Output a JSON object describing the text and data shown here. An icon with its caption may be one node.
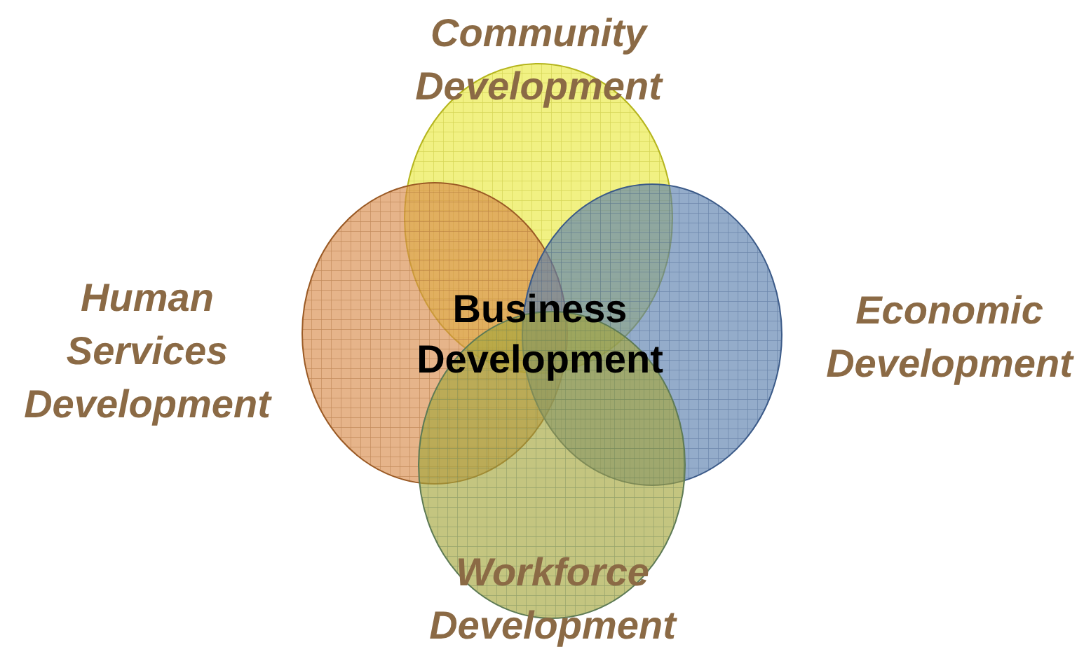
{
  "diagram": {
    "nodes": [
      {
        "text": [
          "Community Development"
        ]
      },
      {
        "text": [
          "Human Services Development"
        ]
      },
      {
        "text": [
          "Economic Development"
        ]
      },
      {
        "text": [
          "Workforce Development"
        ]
      }
    ],
    "labels": [
      "Business Development"
    ]
  }
}
